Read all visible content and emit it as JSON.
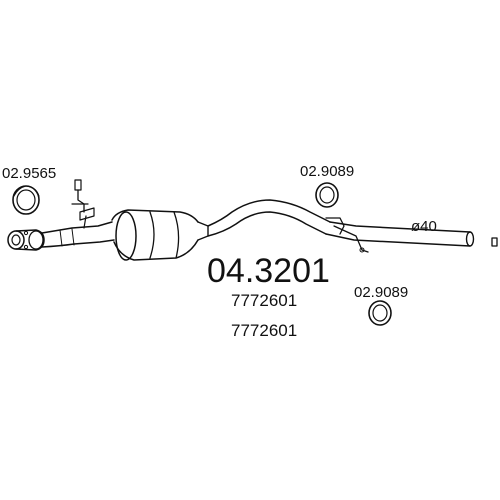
{
  "labels": {
    "gasket_left": "02.9565",
    "gasket_top": "02.9089",
    "gasket_bottom": "02.9089",
    "diameter": "ø40",
    "part_number": "04.3201",
    "oem_1": "7772601",
    "oem_2": "7772601"
  },
  "colors": {
    "line": "#111111",
    "background": "#ffffff"
  }
}
